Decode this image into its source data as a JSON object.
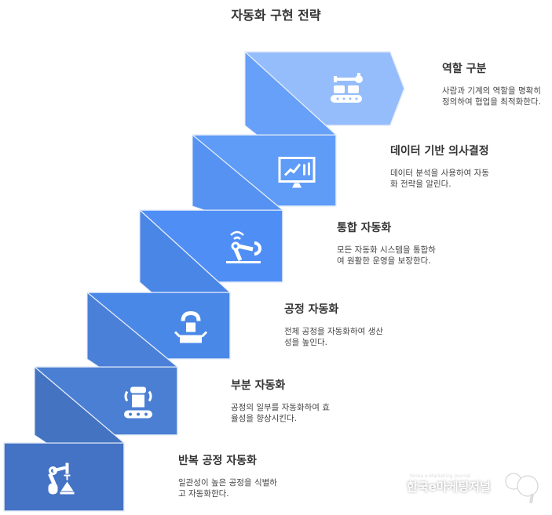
{
  "title": "자동화 구현 전략",
  "steps": [
    {
      "title": "반복 공정 자동화",
      "desc": "일관성이 높은 공정을 식별하고 자동화한다.",
      "icon": "robot-arm-icon",
      "color": "#4472c4",
      "side": "#3f69b5"
    },
    {
      "title": "부분 자동화",
      "desc": "공정의 일부를 자동화하여 효율성을 향상시킨다.",
      "icon": "conveyor-robot-icon",
      "color": "#4a7fd4",
      "side": "#4473c2"
    },
    {
      "title": "공정 자동화",
      "desc": "전체 공정을 자동화하여 생산성을 높인다.",
      "icon": "gripper-box-icon",
      "color": "#4a88e8",
      "side": "#4a80d8"
    },
    {
      "title": "통합 자동화",
      "desc": "모든 자동화 시스템을 통합하여 원활한 운영을 보장한다.",
      "icon": "connected-robot-icon",
      "color": "#4f8ff5",
      "side": "#4a86e6"
    },
    {
      "title": "데이터 기반 의사결정",
      "desc": "데이터 분석을 사용하여 자동화 전략을 알린다.",
      "icon": "monitor-chart-icon",
      "color": "#5e9cf8",
      "side": "#5592f2"
    },
    {
      "title": "역할 구분",
      "desc": "사람과 기계의 역할을 명확히 정의하여 협업을 최적화한다.",
      "icon": "assembly-line-icon",
      "color": "#96bdfb",
      "side": "#66a0f8"
    }
  ],
  "watermark": {
    "main": "한국e마케팅저널",
    "sub": "Korea e-Marketing Journal"
  }
}
